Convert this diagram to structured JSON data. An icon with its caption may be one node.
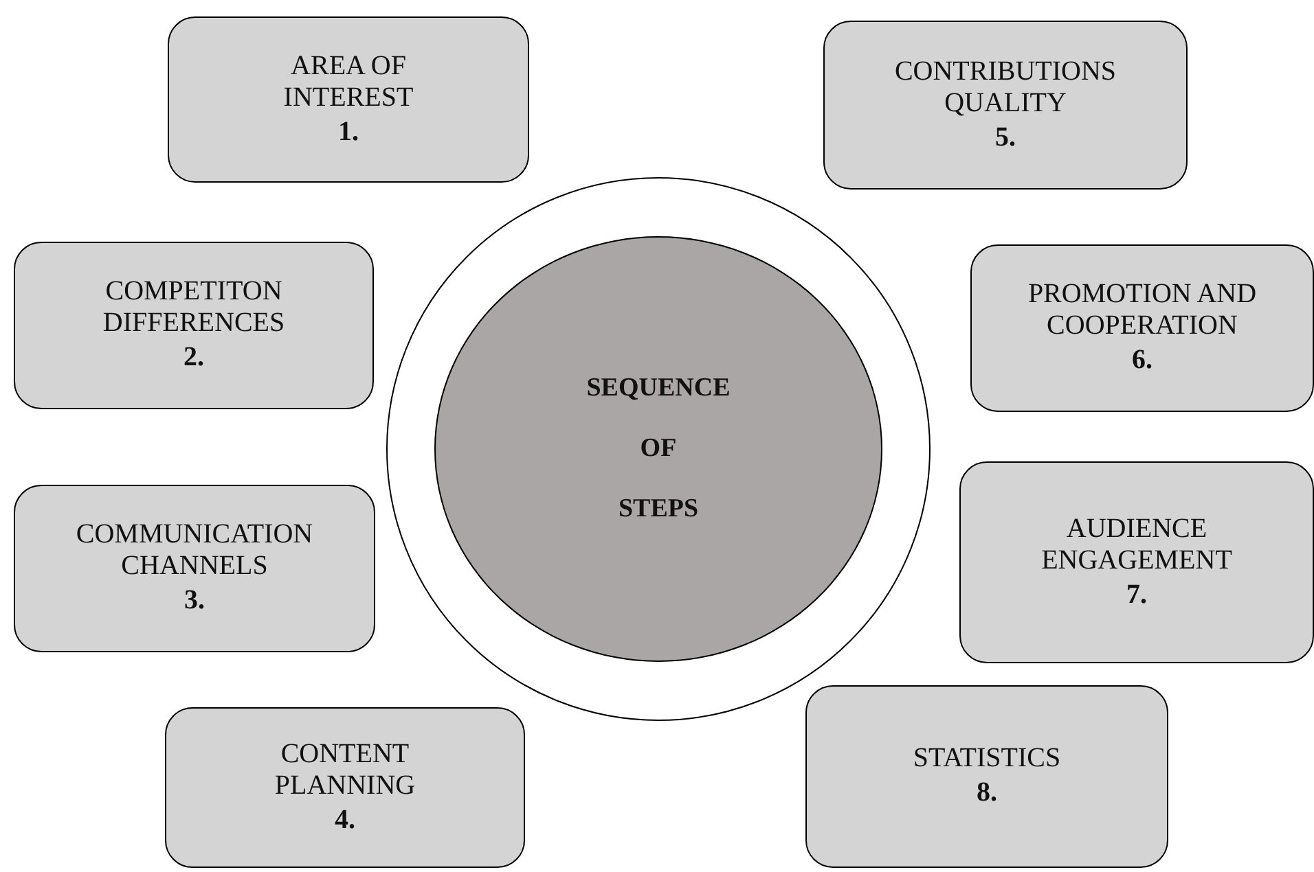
{
  "diagram": {
    "nodes": [
      {
        "text": [
          "AREA OF INTEREST",
          "1."
        ]
      },
      {
        "text": [
          "COMPETITON DIFFERENCES",
          "2."
        ]
      },
      {
        "text": [
          "COMMUNICATION CHANNELS",
          "3."
        ]
      },
      {
        "text": [
          "CONTENT PLANNING",
          "4."
        ]
      },
      {
        "text": [],
        "shape": "circle"
      },
      {
        "text": [
          "SEQUENCE OF STEPS"
        ],
        "in": 4
      },
      {
        "text": [
          "CONTRIBUTIONS QUALITY",
          "5."
        ]
      },
      {
        "text": [
          "PROMOTION AND COOPERATION",
          "6."
        ]
      },
      {
        "text": [
          "AUDIENCE ENGAGEMENT",
          "7."
        ]
      },
      {
        "text": [
          "STATISTICS",
          "8."
        ]
      }
    ],
    "edges": []
  }
}
